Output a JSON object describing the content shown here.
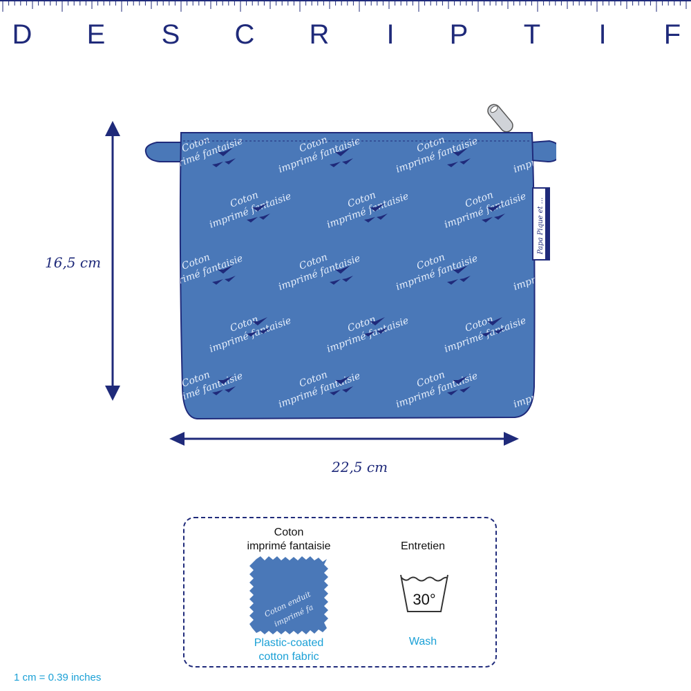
{
  "header": {
    "title_letters": [
      "D",
      "E",
      "S",
      "C",
      "R",
      "I",
      "P",
      "T",
      "I",
      "F"
    ]
  },
  "product": {
    "fabric_text_line1": "Coton",
    "fabric_text_line2": "imprimé fantaisie",
    "label_tag": "Papa Pique et ...",
    "color_fabric": "#4a78b8",
    "color_dark": "#1f2a7a"
  },
  "dimensions": {
    "height": "16,5 cm",
    "width": "22,5 cm"
  },
  "info": {
    "material_line1": "Coton",
    "material_line2": "imprimé fantaisie",
    "swatch_text_line1": "Coton enduit",
    "swatch_text_line2": "imprimé fa",
    "material_en_line1": "Plastic-coated",
    "material_en_line2": "cotton fabric",
    "care_title": "Entretien",
    "wash_temp": "30°",
    "care_en": "Wash",
    "accent": "#1aa0d6"
  },
  "footnote": "1 cm = 0.39 inches"
}
